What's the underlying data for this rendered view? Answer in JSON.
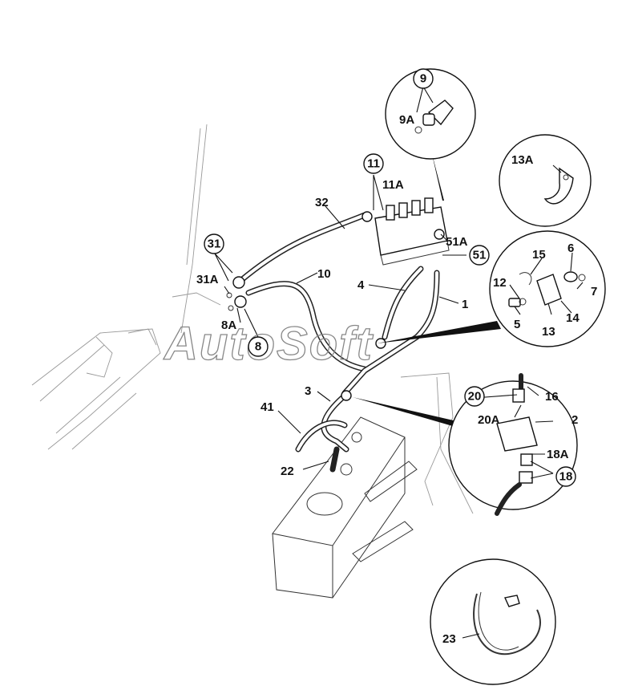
{
  "watermark": "AutoSoft",
  "labels": {
    "l1": "1",
    "l2": "2",
    "l3": "3",
    "l4": "4",
    "l5": "5",
    "l6": "6",
    "l7": "7",
    "l8": "8",
    "l8A": "8A",
    "l9": "9",
    "l9A": "9A",
    "l10": "10",
    "l11": "11",
    "l11A": "11A",
    "l12": "12",
    "l13": "13",
    "l13A": "13A",
    "l14": "14",
    "l15": "15",
    "l16": "16",
    "l18": "18",
    "l18A": "18A",
    "l20": "20",
    "l20A": "20A",
    "l22": "22",
    "l23": "23",
    "l31": "31",
    "l31A": "31A",
    "l32": "32",
    "l41": "41",
    "l51": "51",
    "l51A": "51A"
  }
}
